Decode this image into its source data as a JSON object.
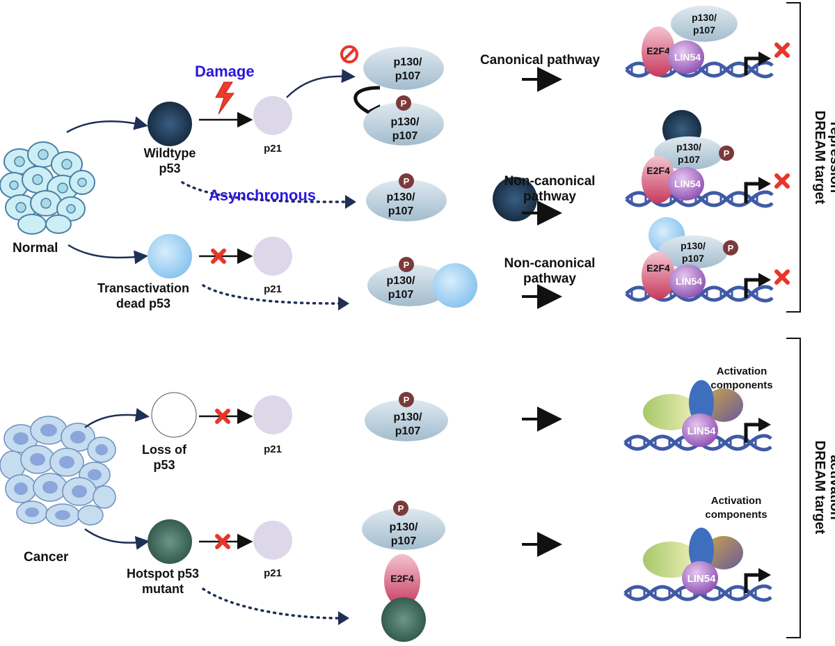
{
  "colors": {
    "damage_text": "#2a16e0",
    "async_text": "#2a16e0",
    "wildtype_p53": "#1f3d5a",
    "ta_dead_p53": "#9fd0f2",
    "hotspot_p53": "#3f6b5e",
    "p21": "#dcd8ea",
    "pocket": "#bccfdc",
    "phospho": "#7b3a3a",
    "e2f4": "#d65876",
    "lin54": "#a86ac4",
    "dna": "#3f5aa6",
    "block_x": "#e8352a",
    "arrow_navy": "#1f2f55"
  },
  "labels": {
    "damage": "Damage",
    "asynchronous": "Asynchronous",
    "normal": "Normal",
    "cancer": "Cancer",
    "wildtype_l1": "Wildtype",
    "wildtype_l2": "p53",
    "tad_l1": "Transactivation",
    "tad_l2": "dead p53",
    "loss_l1": "Loss of",
    "loss_l2": "p53",
    "hotspot_l1": "Hotspot p53",
    "hotspot_l2": "mutant",
    "p21": "p21",
    "p130_l1": "p130/",
    "p130_l2": "p107",
    "p": "P",
    "e2f4": "E2F4",
    "lin54": "LIN54",
    "canonical": "Canonical pathway",
    "noncanonical_l1": "Non-canonical",
    "noncanonical_l2": "pathway",
    "activation_l1": "Activation",
    "activation_l2": "components",
    "repression_l1": "DREAM target",
    "repression_l2": "repression",
    "activation_bracket_l1": "DREAM target",
    "activation_bracket_l2": "activation"
  }
}
